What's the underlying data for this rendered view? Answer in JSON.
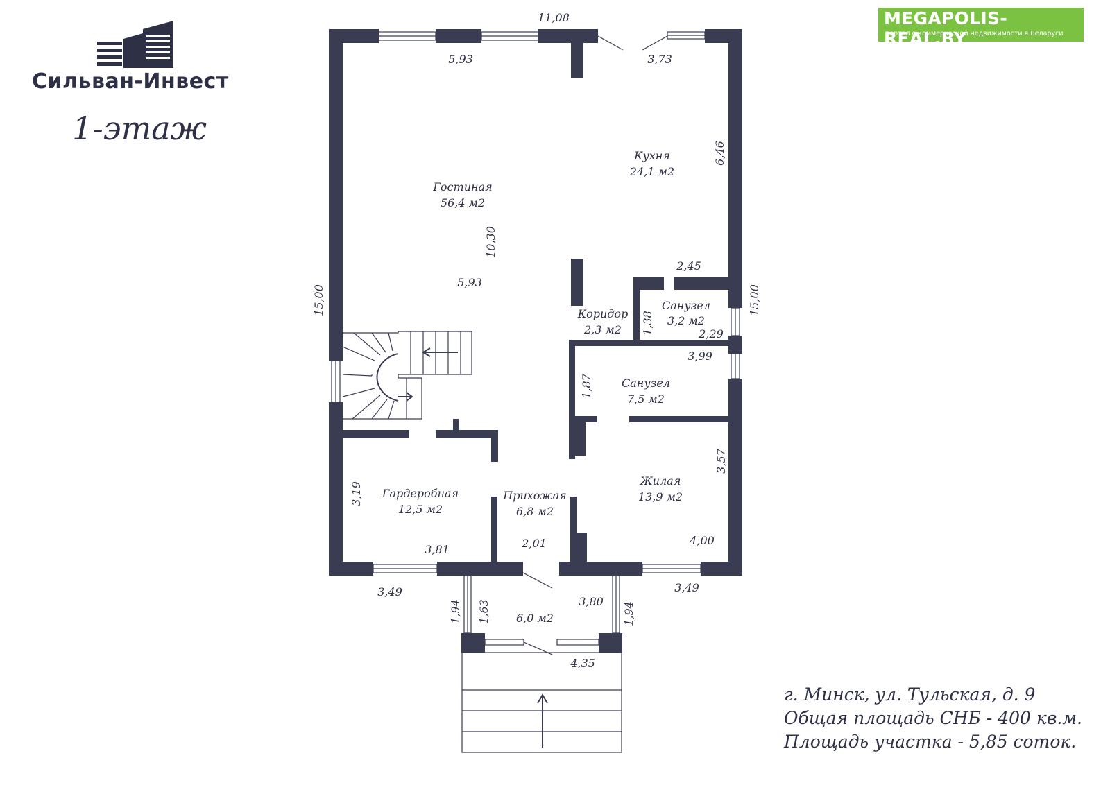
{
  "brand": {
    "company_name": "Сильван-Инвест",
    "floor_label": "1-этаж",
    "logo_icon": "building-skyline-icon",
    "color": "#2e3046"
  },
  "badge": {
    "title": "MEGAPOLIS-REAL.BY",
    "subtitle": "портал о коммерческой недвижимости в Беларуси",
    "color": "#7cc242"
  },
  "rooms": [
    {
      "name": "Гостиная",
      "area": "56,4 м2"
    },
    {
      "name": "Кухня",
      "area": "24,1 м2"
    },
    {
      "name": "Коридор",
      "area": "2,3 м2"
    },
    {
      "name": "Санузел",
      "area": "3,2 м2"
    },
    {
      "name": "Санузел",
      "area": "7,5 м2"
    },
    {
      "name": "Гардеробная",
      "area": "12,5 м2"
    },
    {
      "name": "Прихожая",
      "area": "6,8 м2"
    },
    {
      "name": "Жилая",
      "area": "13,9 м2"
    },
    {
      "name": "",
      "area": "6,0 м2"
    }
  ],
  "dimensions": [
    "11,08",
    "5,93",
    "3,73",
    "6,46",
    "10,30",
    "5,93",
    "15,00",
    "15,00",
    "2,45",
    "1,38",
    "2,29",
    "3,99",
    "1,87",
    "3,57",
    "3,19",
    "3,81",
    "2,01",
    "4,00",
    "3,49",
    "3,49",
    "1,94",
    "1,63",
    "3,80",
    "1,94",
    "4,35"
  ],
  "info": {
    "address": "г. Минск, ул. Тульская, д. 9",
    "total_area": "Общая площадь СНБ - 400 кв.м.",
    "plot_area": "Площадь участка - 5,85 соток."
  },
  "wall_color": "#3a3c52"
}
